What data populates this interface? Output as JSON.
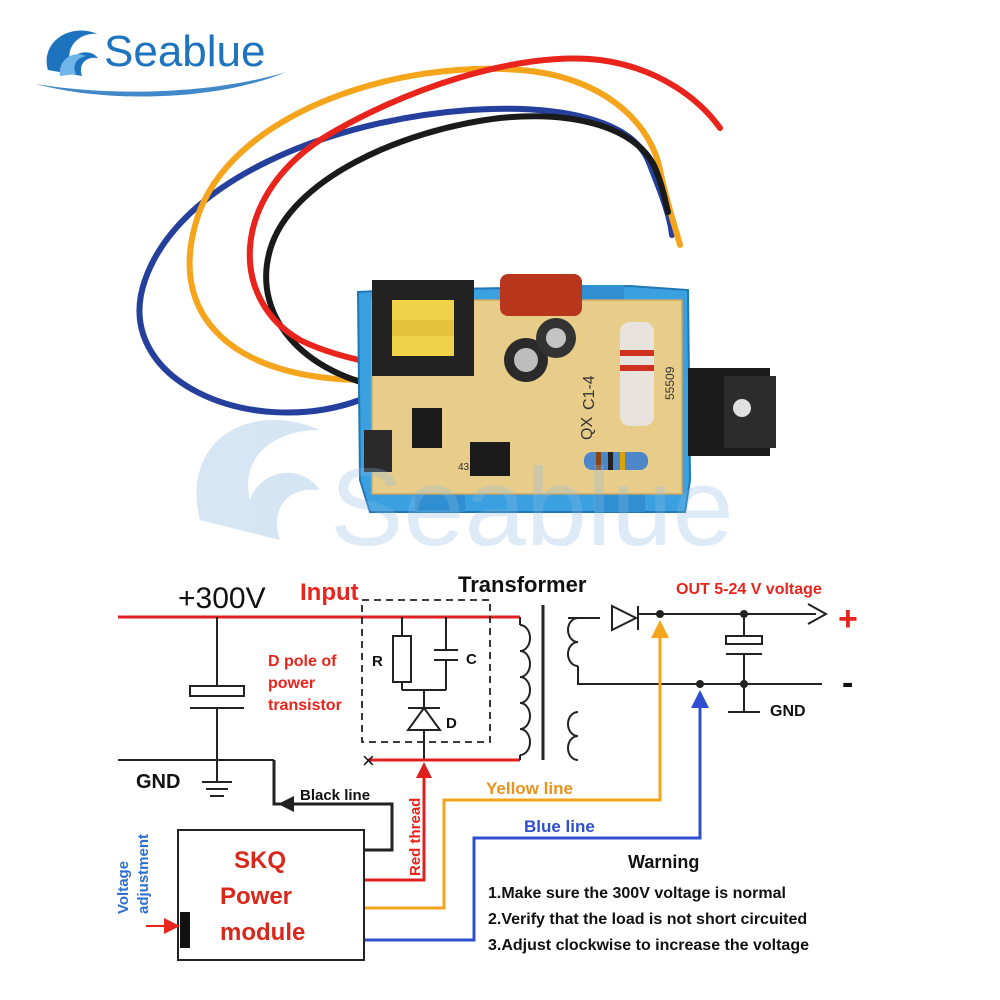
{
  "brand": {
    "name": "Seablue",
    "watermark": "Seablue",
    "color": "#1e73be",
    "wave_icon": "wave-logo-icon"
  },
  "product_photo": {
    "board_markings": [
      "QX",
      "C1-4",
      "55509",
      "43"
    ]
  },
  "wires": {
    "red": "#e8241c",
    "black": "#1a1a1a",
    "yellow": "#f5a51c",
    "blue": "#243f9c"
  },
  "circuit": {
    "input_voltage": "+300V",
    "input_label": "Input",
    "transformer_label": "Transformer",
    "output_label": "OUT  5-24 V voltage",
    "plus_sign": "+",
    "minus_sign": "-",
    "gnd_left": "GND",
    "gnd_right": "GND",
    "d_pole_line1": "D pole of",
    "d_pole_line2": "power",
    "d_pole_line3": "transistor",
    "r_label": "R",
    "c_label": "C",
    "d_label": "D",
    "x_mark": "×",
    "black_line_label": "Black line",
    "red_thread_label": "Red thread",
    "yellow_line_label": "Yellow line",
    "blue_line_label": "Blue line",
    "module_line1": "SKQ",
    "module_line2": "Power",
    "module_line3": "module",
    "voltage_adj_line1": "Voltage",
    "voltage_adj_line2": "adjustment"
  },
  "warning": {
    "title": "Warning",
    "items": [
      "1.Make sure the 300V voltage is normal",
      "2.Verify that the load is not short circuited",
      "3.Adjust clockwise to increase the voltage"
    ]
  }
}
